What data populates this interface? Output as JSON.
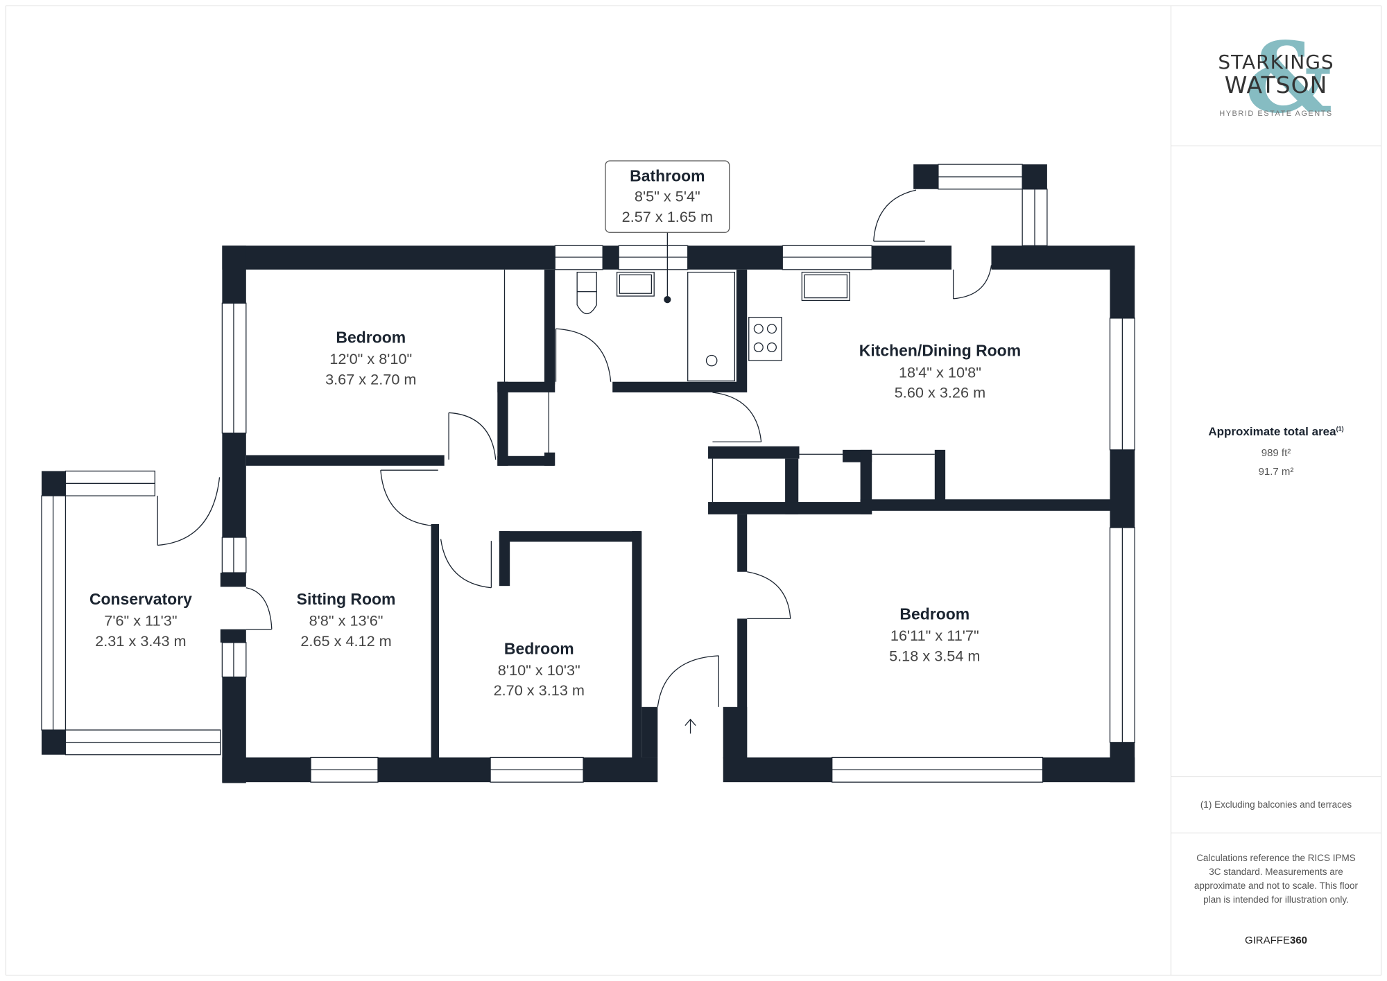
{
  "rooms": [
    {
      "name": "Bathroom",
      "imperial": "8'5\" x 5'4\"",
      "metric": "2.57 x 1.65 m"
    },
    {
      "name": "Bedroom",
      "imperial": "12'0\" x 8'10\"",
      "metric": "3.67 x 2.70 m"
    },
    {
      "name": "Kitchen/Dining Room",
      "imperial": "18'4\" x 10'8\"",
      "metric": "5.60 x 3.26 m"
    },
    {
      "name": "Conservatory",
      "imperial": "7'6\" x 11'3\"",
      "metric": "2.31 x 3.43 m"
    },
    {
      "name": "Sitting Room",
      "imperial": "8'8\" x 13'6\"",
      "metric": "2.65 x 4.12 m"
    },
    {
      "name": "Bedroom",
      "imperial": "8'10\" x 10'3\"",
      "metric": "2.70 x 3.13 m"
    },
    {
      "name": "Bedroom",
      "imperial": "16'11\" x 11'7\"",
      "metric": "5.18 x 3.54 m"
    }
  ],
  "panel": {
    "logo": {
      "line1": "STARKINGS",
      "line2": "WATSON",
      "ampersand": "&",
      "tagline": "HYBRID ESTATE AGENTS"
    },
    "area_title": "Approximate total area",
    "area_note_marker": "(1)",
    "area_ft": "989 ft²",
    "area_m": "91.7 m²",
    "footnote": "(1) Excluding balconies and terraces",
    "disclaimer": "Calculations reference the RICS IPMS 3C standard. Measurements are approximate and not to scale. This floor plan is intended for illustration only.",
    "brand_light": "GIRAFFE",
    "brand_bold": "360"
  },
  "colors": {
    "wall": "#1b2430",
    "logo_accent": "#86bcc2",
    "text": "#333333"
  }
}
